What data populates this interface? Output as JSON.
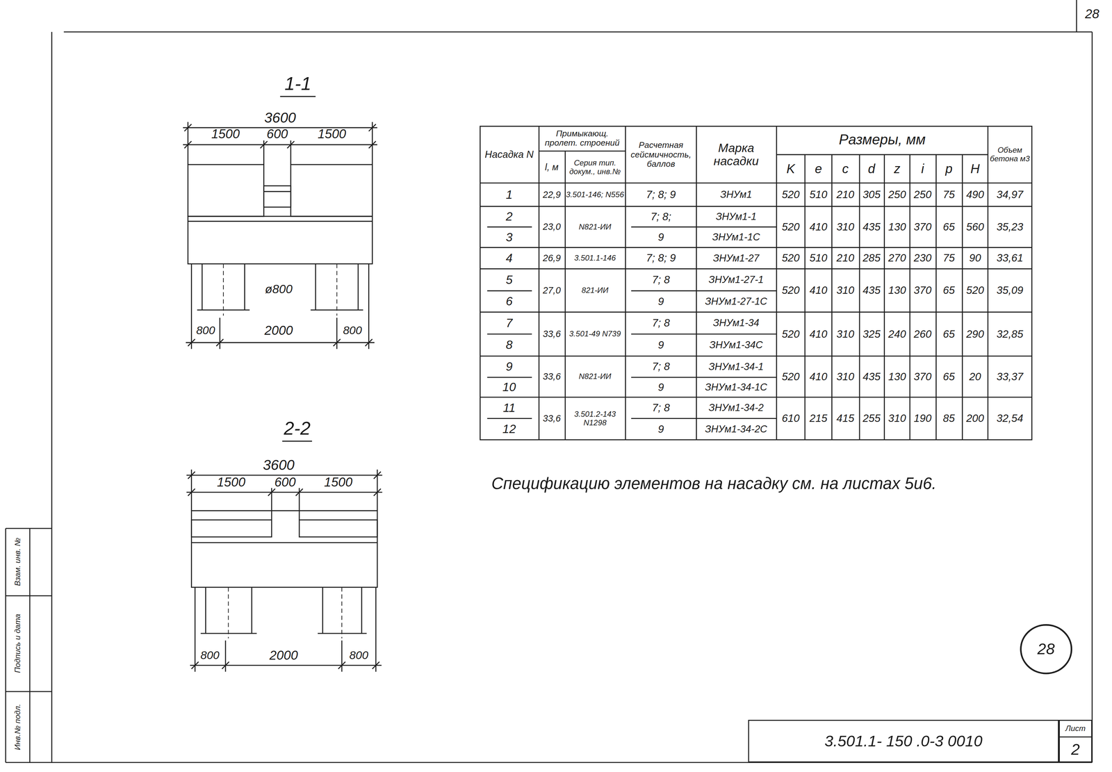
{
  "diagram": {
    "nodes": [
      {
        "text": [
          "3.501.1- 150 .0-3 0010"
        ]
      },
      {
        "text": [
          "Лист",
          "2"
        ]
      },
      {
        "text": [
          "28"
        ]
      }
    ],
    "labels": [
      "1-1",
      "3600",
      "1500",
      "600",
      "1500",
      "ø800",
      "800",
      "2000",
      "800",
      "2-2",
      "3600",
      "1500",
      "600",
      "1500",
      "800",
      "2000",
      "800",
      "28",
      "Спецификацию элементов на насадку см. на листах 5и6.",
      "Инв.№ подл.",
      "Подпись и дата",
      "Взам. инв. №",
      "Насадка N",
      "Примыкающ. пролет. строений",
      "l, м",
      "Серия тип. докум., инв.№",
      "Расчетная сейсмичность, баллов",
      "Марка насадки",
      "Размеры, мм",
      "K",
      "e",
      "c",
      "d",
      "z",
      "i",
      "p",
      "H",
      "Объем бетона м3",
      "1",
      "22,9",
      "3.501-146; N556",
      "7; 8; 9",
      "ЗНУм1",
      "520",
      "510",
      "210",
      "305",
      "250",
      "250",
      "75",
      "490",
      "34,97",
      "2",
      "3",
      "23,0",
      "N821-ИИ",
      "7; 8;",
      "9",
      "ЗНУм1-1",
      "ЗНУм1-1С",
      "520",
      "410",
      "310",
      "435",
      "130",
      "370",
      "65",
      "560",
      "35,23",
      "4",
      "26,9",
      "3.501.1-146",
      "7; 8; 9",
      "ЗНУм1-27",
      "520",
      "510",
      "210",
      "285",
      "270",
      "230",
      "75",
      "90",
      "33,61",
      "5",
      "6",
      "27,0",
      "821-ИИ",
      "7; 8",
      "9",
      "ЗНУм1-27-1",
      "ЗНУм1-27-1С",
      "520",
      "410",
      "310",
      "435",
      "130",
      "370",
      "65",
      "520",
      "35,09",
      "7",
      "8",
      "33,6",
      "3.501-49 N739",
      "7; 8",
      "9",
      "ЗНУм1-34",
      "ЗНУм1-34С",
      "520",
      "410",
      "310",
      "325",
      "240",
      "260",
      "65",
      "290",
      "32,85",
      "9",
      "10",
      "33,6",
      "N821-ИИ",
      "7; 8",
      "9",
      "ЗНУм1-34-1",
      "ЗНУм1-34-1С",
      "520",
      "410",
      "310",
      "435",
      "130",
      "370",
      "65",
      "20",
      "33,37",
      "11",
      "12",
      "33,6",
      "3.501.2-143 N1298",
      "7; 8",
      "9",
      "ЗНУм1-34-2",
      "ЗНУм1-34-2С",
      "610",
      "215",
      "415",
      "255",
      "310",
      "190",
      "85",
      "200",
      "32,54"
    ]
  }
}
